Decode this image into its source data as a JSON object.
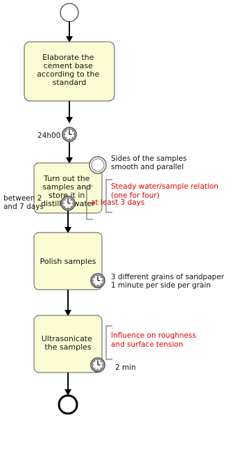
{
  "tasks": [
    {
      "lines": [
        "Elaborate the",
        "cement base",
        "according to the",
        "standard"
      ]
    },
    {
      "lines": [
        "Turn out the",
        "samples and",
        "store it in",
        "distilled water"
      ]
    },
    {
      "lines": [
        "Polish samples"
      ]
    },
    {
      "lines": [
        "Ultrasonicate",
        "the samples"
      ]
    }
  ],
  "timers": {
    "t1_label": "24h00",
    "t2_label_line1": "between 2",
    "t2_label_line2": "and 7 days",
    "t3_label_line1": "3 different grains of sandpaper",
    "t3_label_line2": "1 minute per side per grain",
    "t4_label": "2 min"
  },
  "conditions": {
    "c1_line1": "Sides of the samples",
    "c1_line2": "smooth and parallel"
  },
  "annotations": {
    "a1_line1": "Steady water/sample relation",
    "a1_line2": "(one for four)",
    "a2": "at least 3 days",
    "a3_line1": "Influence on roughness",
    "a3_line2": "and surface tension"
  },
  "colors": {
    "task_fill": "#fcfcd4",
    "task_stroke": "#555555",
    "annotation_text": "#e00000",
    "flow": "#000000"
  },
  "icons": {
    "timer": "clock-icon",
    "start": "start-event-circle",
    "end": "end-event-circle"
  }
}
